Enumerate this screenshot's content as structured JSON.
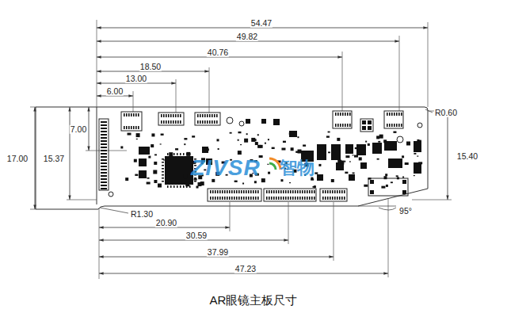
{
  "diagram": {
    "caption": "AR眼镜主板尺寸",
    "labels": [
      "54.47",
      "49.82",
      "40.76",
      "18.50",
      "13.00",
      "6.00",
      "7.00",
      "15.37",
      "17.00",
      "15.40",
      "R0.60",
      "R1.30",
      "20.90",
      "30.59",
      "37.99",
      "47.23",
      "95°",
      "ZIVSR",
      "智物"
    ]
  }
}
